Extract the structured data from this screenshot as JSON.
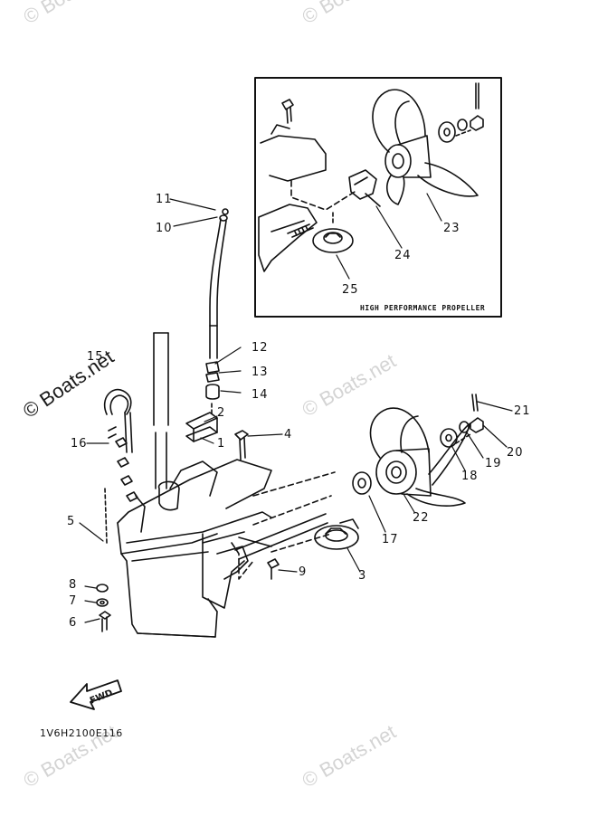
{
  "watermark": {
    "text": "© Boats.net"
  },
  "inset": {
    "caption": "HIGH PERFORMANCE PROPELLER"
  },
  "direction": {
    "label": "FWD"
  },
  "diagram_code": "1V6H2100E116",
  "callouts": {
    "c1": "1",
    "c2": "2",
    "c3": "3",
    "c4": "4",
    "c5": "5",
    "c6": "6",
    "c7": "7",
    "c8": "8",
    "c9": "9",
    "c10": "10",
    "c11": "11",
    "c12": "12",
    "c13": "13",
    "c14": "14",
    "c15": "15",
    "c16": "16",
    "c17": "17",
    "c18": "18",
    "c19": "19",
    "c20": "20",
    "c21": "21",
    "c22": "22",
    "c23": "23",
    "c24": "24",
    "c25": "25"
  },
  "colors": {
    "ink": "#111111",
    "watermark_light": "#d4d4d4",
    "background": "#ffffff"
  }
}
